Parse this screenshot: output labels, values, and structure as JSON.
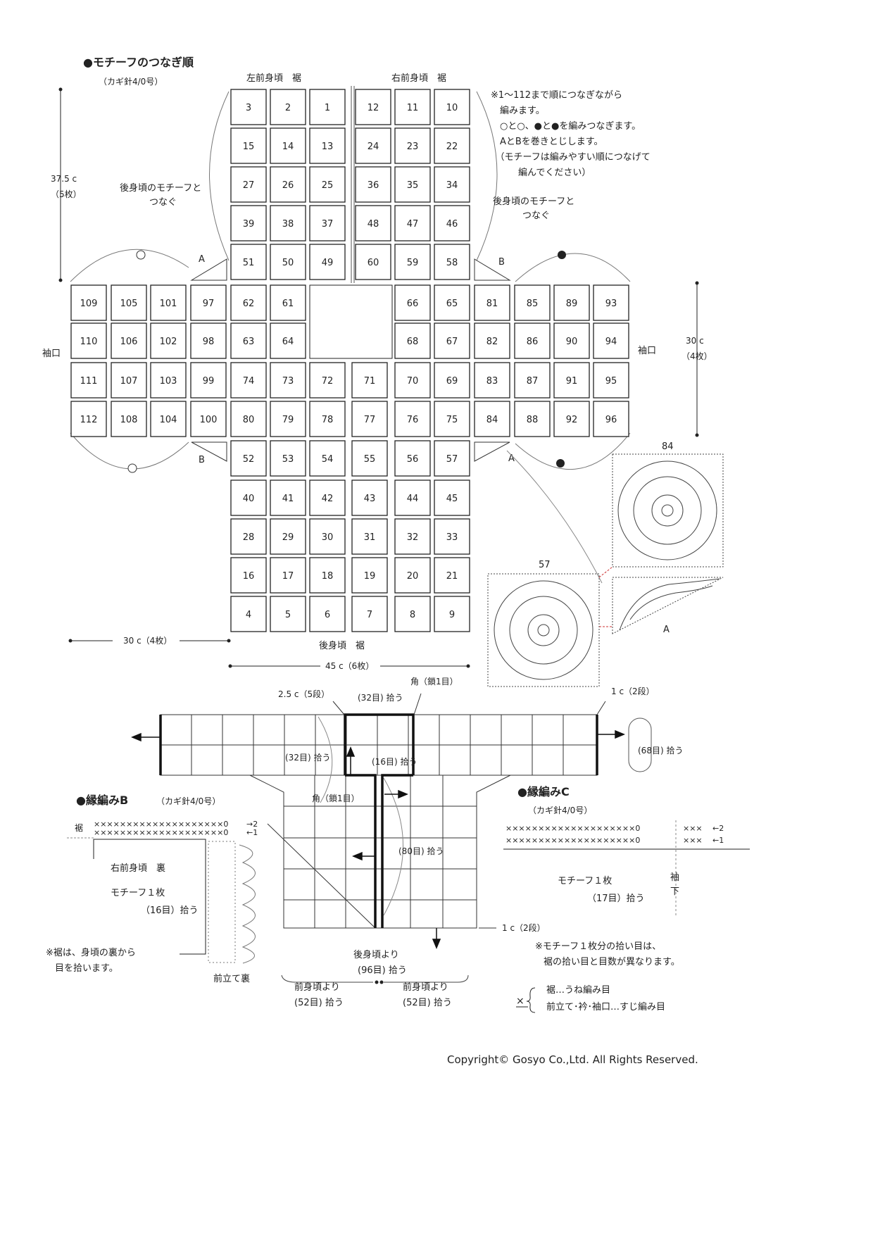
{
  "section1": {
    "title": "●モチーフのつなぎ順",
    "hook": "（カギ針4/0号）",
    "left_front_label": "左前身頃　裾",
    "right_front_label": "右前身頃　裾",
    "back_label": "後身頃　裾",
    "back_join_left_1": "後身頃のモチーフと",
    "back_join_left_2": "つなぐ",
    "back_join_right_1": "後身頃のモチーフと",
    "back_join_right_2": "つなぐ",
    "cuff_left": "袖口",
    "cuff_right": "袖口",
    "dim_height_1": "37.5 c",
    "dim_height_2": "（5枚）",
    "dim_right_1": "30 c",
    "dim_right_2": "（4枚）",
    "dim_bottom_left": "30 c（4枚）",
    "dim_bottom_center": "45 c（6枚）",
    "note_lines": [
      "※1〜112まで順につなぎながら",
      "　編みます。",
      "　○と○、●と●を編みつなぎます。",
      "　AとBを巻きとじします。",
      "　（モチーフは編みやすい順につなげて",
      "　　　編んでください）"
    ],
    "label_A": "A",
    "label_B": "B",
    "chart_84": "84",
    "chart_57": "57",
    "chart_A": "A"
  },
  "motifs": {
    "left_front": [
      [
        3,
        2,
        1
      ],
      [
        15,
        14,
        13
      ],
      [
        27,
        26,
        25
      ],
      [
        39,
        38,
        37
      ],
      [
        51,
        50,
        49
      ]
    ],
    "right_front": [
      [
        12,
        11,
        10
      ],
      [
        24,
        23,
        22
      ],
      [
        36,
        35,
        34
      ],
      [
        48,
        47,
        46
      ],
      [
        60,
        59,
        58
      ]
    ],
    "left_sleeve": [
      [
        109,
        105,
        101,
        97
      ],
      [
        110,
        106,
        102,
        98
      ],
      [
        111,
        107,
        103,
        99
      ],
      [
        112,
        108,
        104,
        100
      ]
    ],
    "right_sleeve": [
      [
        81,
        85,
        89,
        93
      ],
      [
        82,
        86,
        90,
        94
      ],
      [
        83,
        87,
        91,
        95
      ],
      [
        84,
        88,
        92,
        96
      ]
    ],
    "center_upper": [
      [
        62,
        61,
        null,
        null,
        66,
        65
      ],
      [
        63,
        64,
        null,
        null,
        68,
        67
      ],
      [
        74,
        73,
        72,
        71,
        70,
        69
      ],
      [
        80,
        79,
        78,
        77,
        76,
        75
      ]
    ],
    "back": [
      [
        52,
        53,
        54,
        55,
        56,
        57
      ],
      [
        40,
        41,
        42,
        43,
        44,
        45
      ],
      [
        28,
        29,
        30,
        31,
        32,
        33
      ],
      [
        16,
        17,
        18,
        19,
        20,
        21
      ],
      [
        4,
        5,
        6,
        7,
        8,
        9
      ]
    ]
  },
  "section2": {
    "dim_25": "2.5 c（5段）",
    "pick_32_top": "(32目) 拾う",
    "corner_top": "角（鎖1目）",
    "dim_1c_top": "1 c（2段）",
    "pick_32_left": "(32目) 拾う",
    "pick_16": "(16目) 拾う",
    "pick_68": "(68目) 拾う",
    "corner_mid": "角（鎖1目）",
    "pick_80": "(80目) 拾う",
    "dim_1c_bottom": "1 c（2段）",
    "back_from_1": "後身頃より",
    "back_from_2": "(96目) 拾う",
    "front_from_left_1": "前身頃より",
    "front_from_left_2": "(52目) 拾う",
    "front_from_right_1": "前身頃より",
    "front_from_right_2": "(52目) 拾う"
  },
  "edgingB": {
    "title": "●縁編みB",
    "hook": "（カギ針4/0号）",
    "hem": "裾",
    "row2": "→2",
    "row1": "←1",
    "xrow": "××××××××××××××××××××0",
    "panel_1": "右前身頃　裏",
    "panel_2": "モチーフ１枚",
    "panel_3": "（16目）拾う",
    "note_1": "※裾は、身頃の裏から",
    "note_2": "目を拾います。",
    "front_band": "前立て裏"
  },
  "edgingC": {
    "title": "●縁編みC",
    "hook": "（カギ針4/0号）",
    "xrow_main": "××××××××××××××××××××0",
    "xrow_tail": "×××",
    "row2": "←2",
    "row1": "←1",
    "motif": "モチーフ１枚",
    "pick": "（17目）拾う",
    "sleeve_1": "袖",
    "sleeve_2": "下",
    "note_1": "※モチーフ１枚分の拾い目は、",
    "note_2": "裾の拾い目と目数が異なります。",
    "legend_symbol": "×",
    "legend_1": "裾…うね編み目",
    "legend_2": "前立て･衿･袖口…すじ編み目"
  },
  "copyright": "Copyright© Gosyo Co.,Ltd. All Rights Reserved."
}
